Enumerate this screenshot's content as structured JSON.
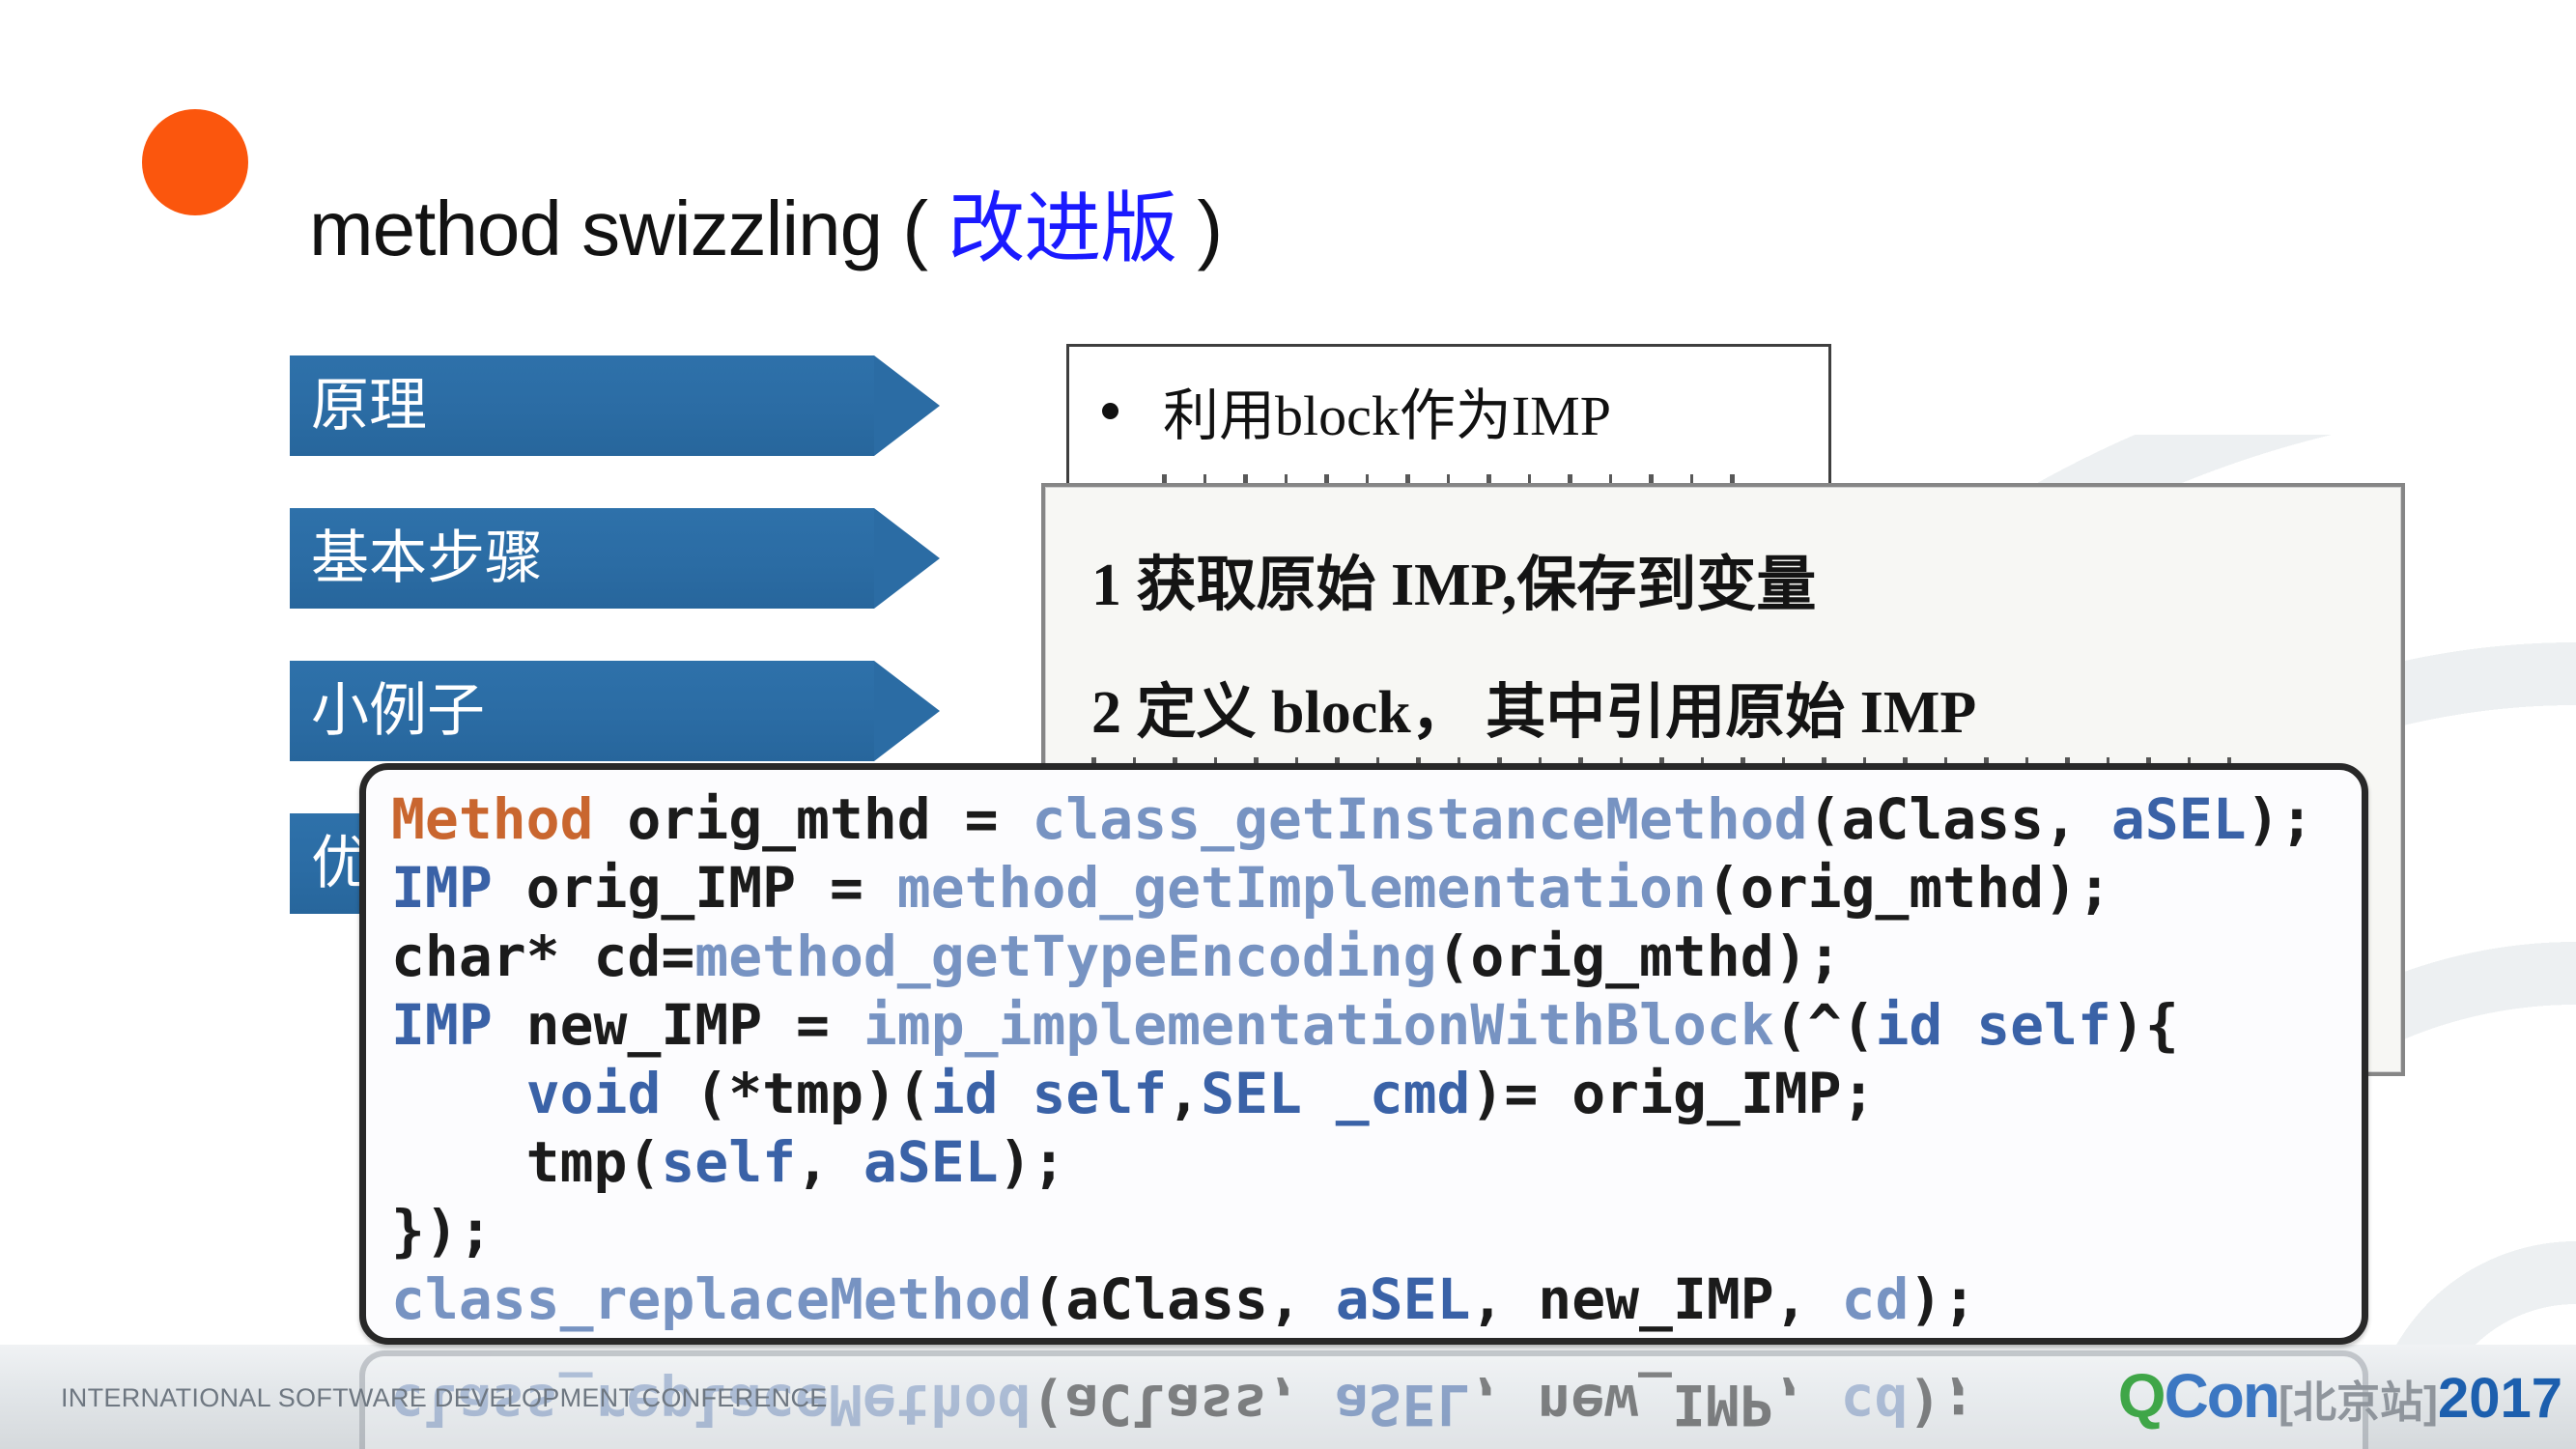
{
  "title": {
    "text_before": "method swizzling ( ",
    "highlight": "改进版",
    "text_after": " )"
  },
  "nav_items": [
    {
      "label": "原理"
    },
    {
      "label": "基本步骤"
    },
    {
      "label": "小例子"
    },
    {
      "label": "优"
    }
  ],
  "bullet_box": {
    "bullet": "•",
    "text": "利用block作为IMP"
  },
  "steps_box": {
    "lines": [
      "1 获取原始 IMP,保存到变量",
      "2 定义 block， 其中引用原始 IMP"
    ]
  },
  "code_box": {
    "lines": [
      [
        {
          "t": "Method",
          "c": "o"
        },
        {
          "t": " orig_mthd = ",
          "c": "k"
        },
        {
          "t": "class_getInstanceMethod",
          "c": "f"
        },
        {
          "t": "(aClass, ",
          "c": "k"
        },
        {
          "t": "aSEL",
          "c": "t"
        },
        {
          "t": ");",
          "c": "k"
        }
      ],
      [
        {
          "t": "IMP",
          "c": "t"
        },
        {
          "t": " orig_IMP = ",
          "c": "k"
        },
        {
          "t": "method_getImplementation",
          "c": "f"
        },
        {
          "t": "(orig_mthd);",
          "c": "k"
        }
      ],
      [
        {
          "t": "char* cd=",
          "c": "k"
        },
        {
          "t": "method_getTypeEncoding",
          "c": "f"
        },
        {
          "t": "(orig_mthd);",
          "c": "k"
        }
      ],
      [
        {
          "t": "IMP",
          "c": "t"
        },
        {
          "t": " new_IMP = ",
          "c": "k"
        },
        {
          "t": "imp_implementationWithBlock",
          "c": "f"
        },
        {
          "t": "(^(",
          "c": "k"
        },
        {
          "t": "id",
          "c": "t"
        },
        {
          "t": " ",
          "c": "k"
        },
        {
          "t": "self",
          "c": "t"
        },
        {
          "t": "){",
          "c": "k"
        }
      ],
      [
        {
          "t": "    ",
          "c": "k"
        },
        {
          "t": "void",
          "c": "t"
        },
        {
          "t": " (*tmp)(",
          "c": "k"
        },
        {
          "t": "id",
          "c": "t"
        },
        {
          "t": " ",
          "c": "k"
        },
        {
          "t": "self",
          "c": "t"
        },
        {
          "t": ",",
          "c": "k"
        },
        {
          "t": "SEL",
          "c": "t"
        },
        {
          "t": " ",
          "c": "k"
        },
        {
          "t": "_cmd",
          "c": "t"
        },
        {
          "t": ")= orig_IMP;",
          "c": "k"
        }
      ],
      [
        {
          "t": "    tmp(",
          "c": "k"
        },
        {
          "t": "self",
          "c": "t"
        },
        {
          "t": ", ",
          "c": "k"
        },
        {
          "t": "aSEL",
          "c": "t"
        },
        {
          "t": ");",
          "c": "k"
        }
      ],
      [
        {
          "t": "});",
          "c": "k"
        }
      ],
      [
        {
          "t": "class_replaceMethod",
          "c": "f"
        },
        {
          "t": "(aClass, ",
          "c": "k"
        },
        {
          "t": "aSEL",
          "c": "t"
        },
        {
          "t": ", new_IMP, ",
          "c": "k"
        },
        {
          "t": "cd",
          "c": "f"
        },
        {
          "t": ");",
          "c": "k"
        }
      ]
    ]
  },
  "footer": {
    "conference_label": "INTERNATIONAL SOFTWARE DEVELOPMENT CONFERENCE",
    "logo": {
      "q": "Q",
      "con": "Con",
      "station": "[北京站]",
      "year": "2017"
    }
  },
  "colors": {
    "accent_orange": "#FB560D",
    "title_highlight_blue": "#1A1AFF",
    "nav_blue": "#2B6CA4",
    "code_keyword_orange": "#C9662F",
    "code_function_blue": "#7793C2",
    "code_type_blue": "#3A62A7",
    "logo_green": "#3FA648",
    "logo_blue": "#3C77C2",
    "logo_year_blue": "#1C5FAE"
  }
}
